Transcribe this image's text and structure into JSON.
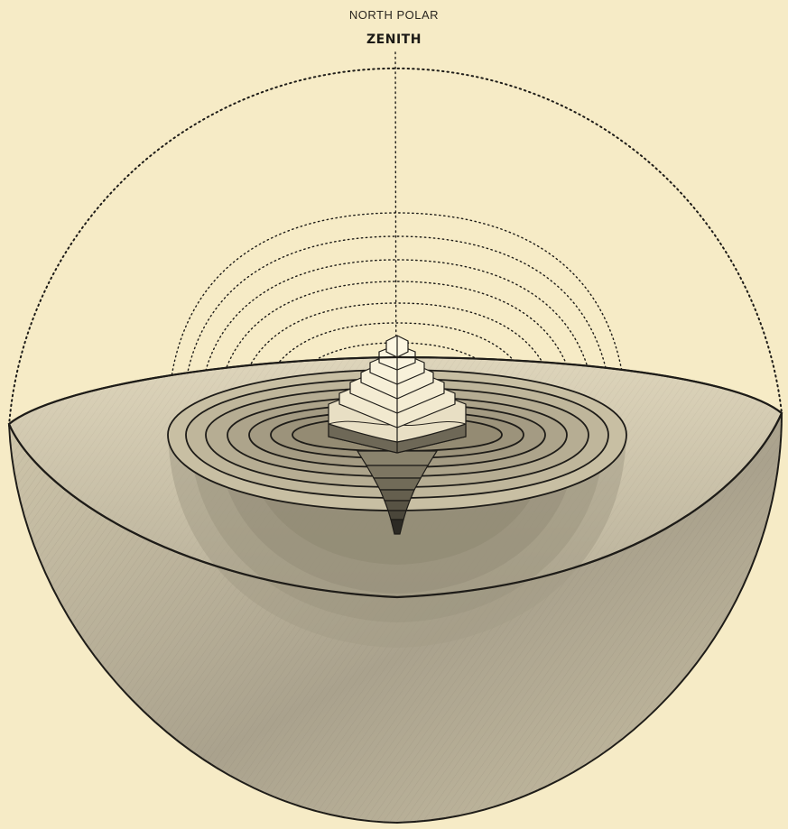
{
  "labels": {
    "top_caption": "NORTH POLAR",
    "zenith": "ZENITH"
  },
  "colors": {
    "paper": "#f6ebc6",
    "ink": "#1e1c18",
    "bowl_fill": "#b8b09c",
    "bowl_light": "#d9d0b6",
    "inner_shade": "#8f8878"
  },
  "figure": {
    "dotted_arcs": 9,
    "nested_bowls": 7,
    "pyramid_steps_above": 6,
    "pyramid_steps_below": 7
  }
}
